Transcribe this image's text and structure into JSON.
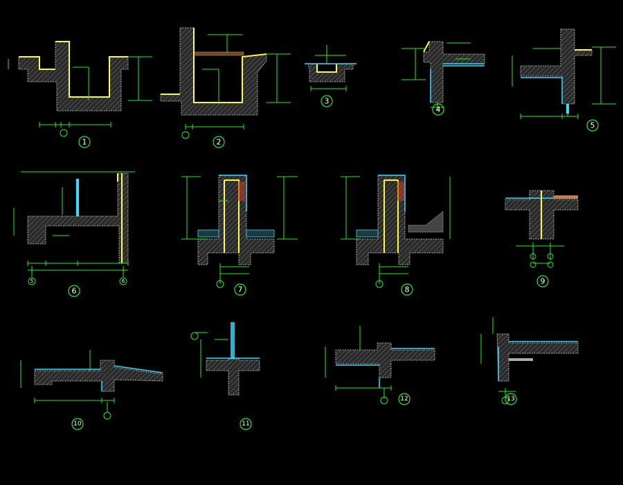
{
  "drawing": {
    "details": [
      {
        "label": "1"
      },
      {
        "label": "2"
      },
      {
        "label": "3"
      },
      {
        "label": "4"
      },
      {
        "label": "5"
      },
      {
        "label": "6"
      },
      {
        "label": "7"
      },
      {
        "label": "8"
      },
      {
        "label": "9"
      },
      {
        "label": "10"
      },
      {
        "label": "11"
      },
      {
        "label": "12"
      },
      {
        "label": "13"
      }
    ],
    "axis_markers": {
      "detail6_left": "5",
      "detail6_right": "6"
    },
    "colors": {
      "background": "#000000",
      "concrete": "#d8d8d8",
      "finish": "#ffff33",
      "waterproof": "#33e0ff",
      "dimension": "#22ee22"
    }
  }
}
